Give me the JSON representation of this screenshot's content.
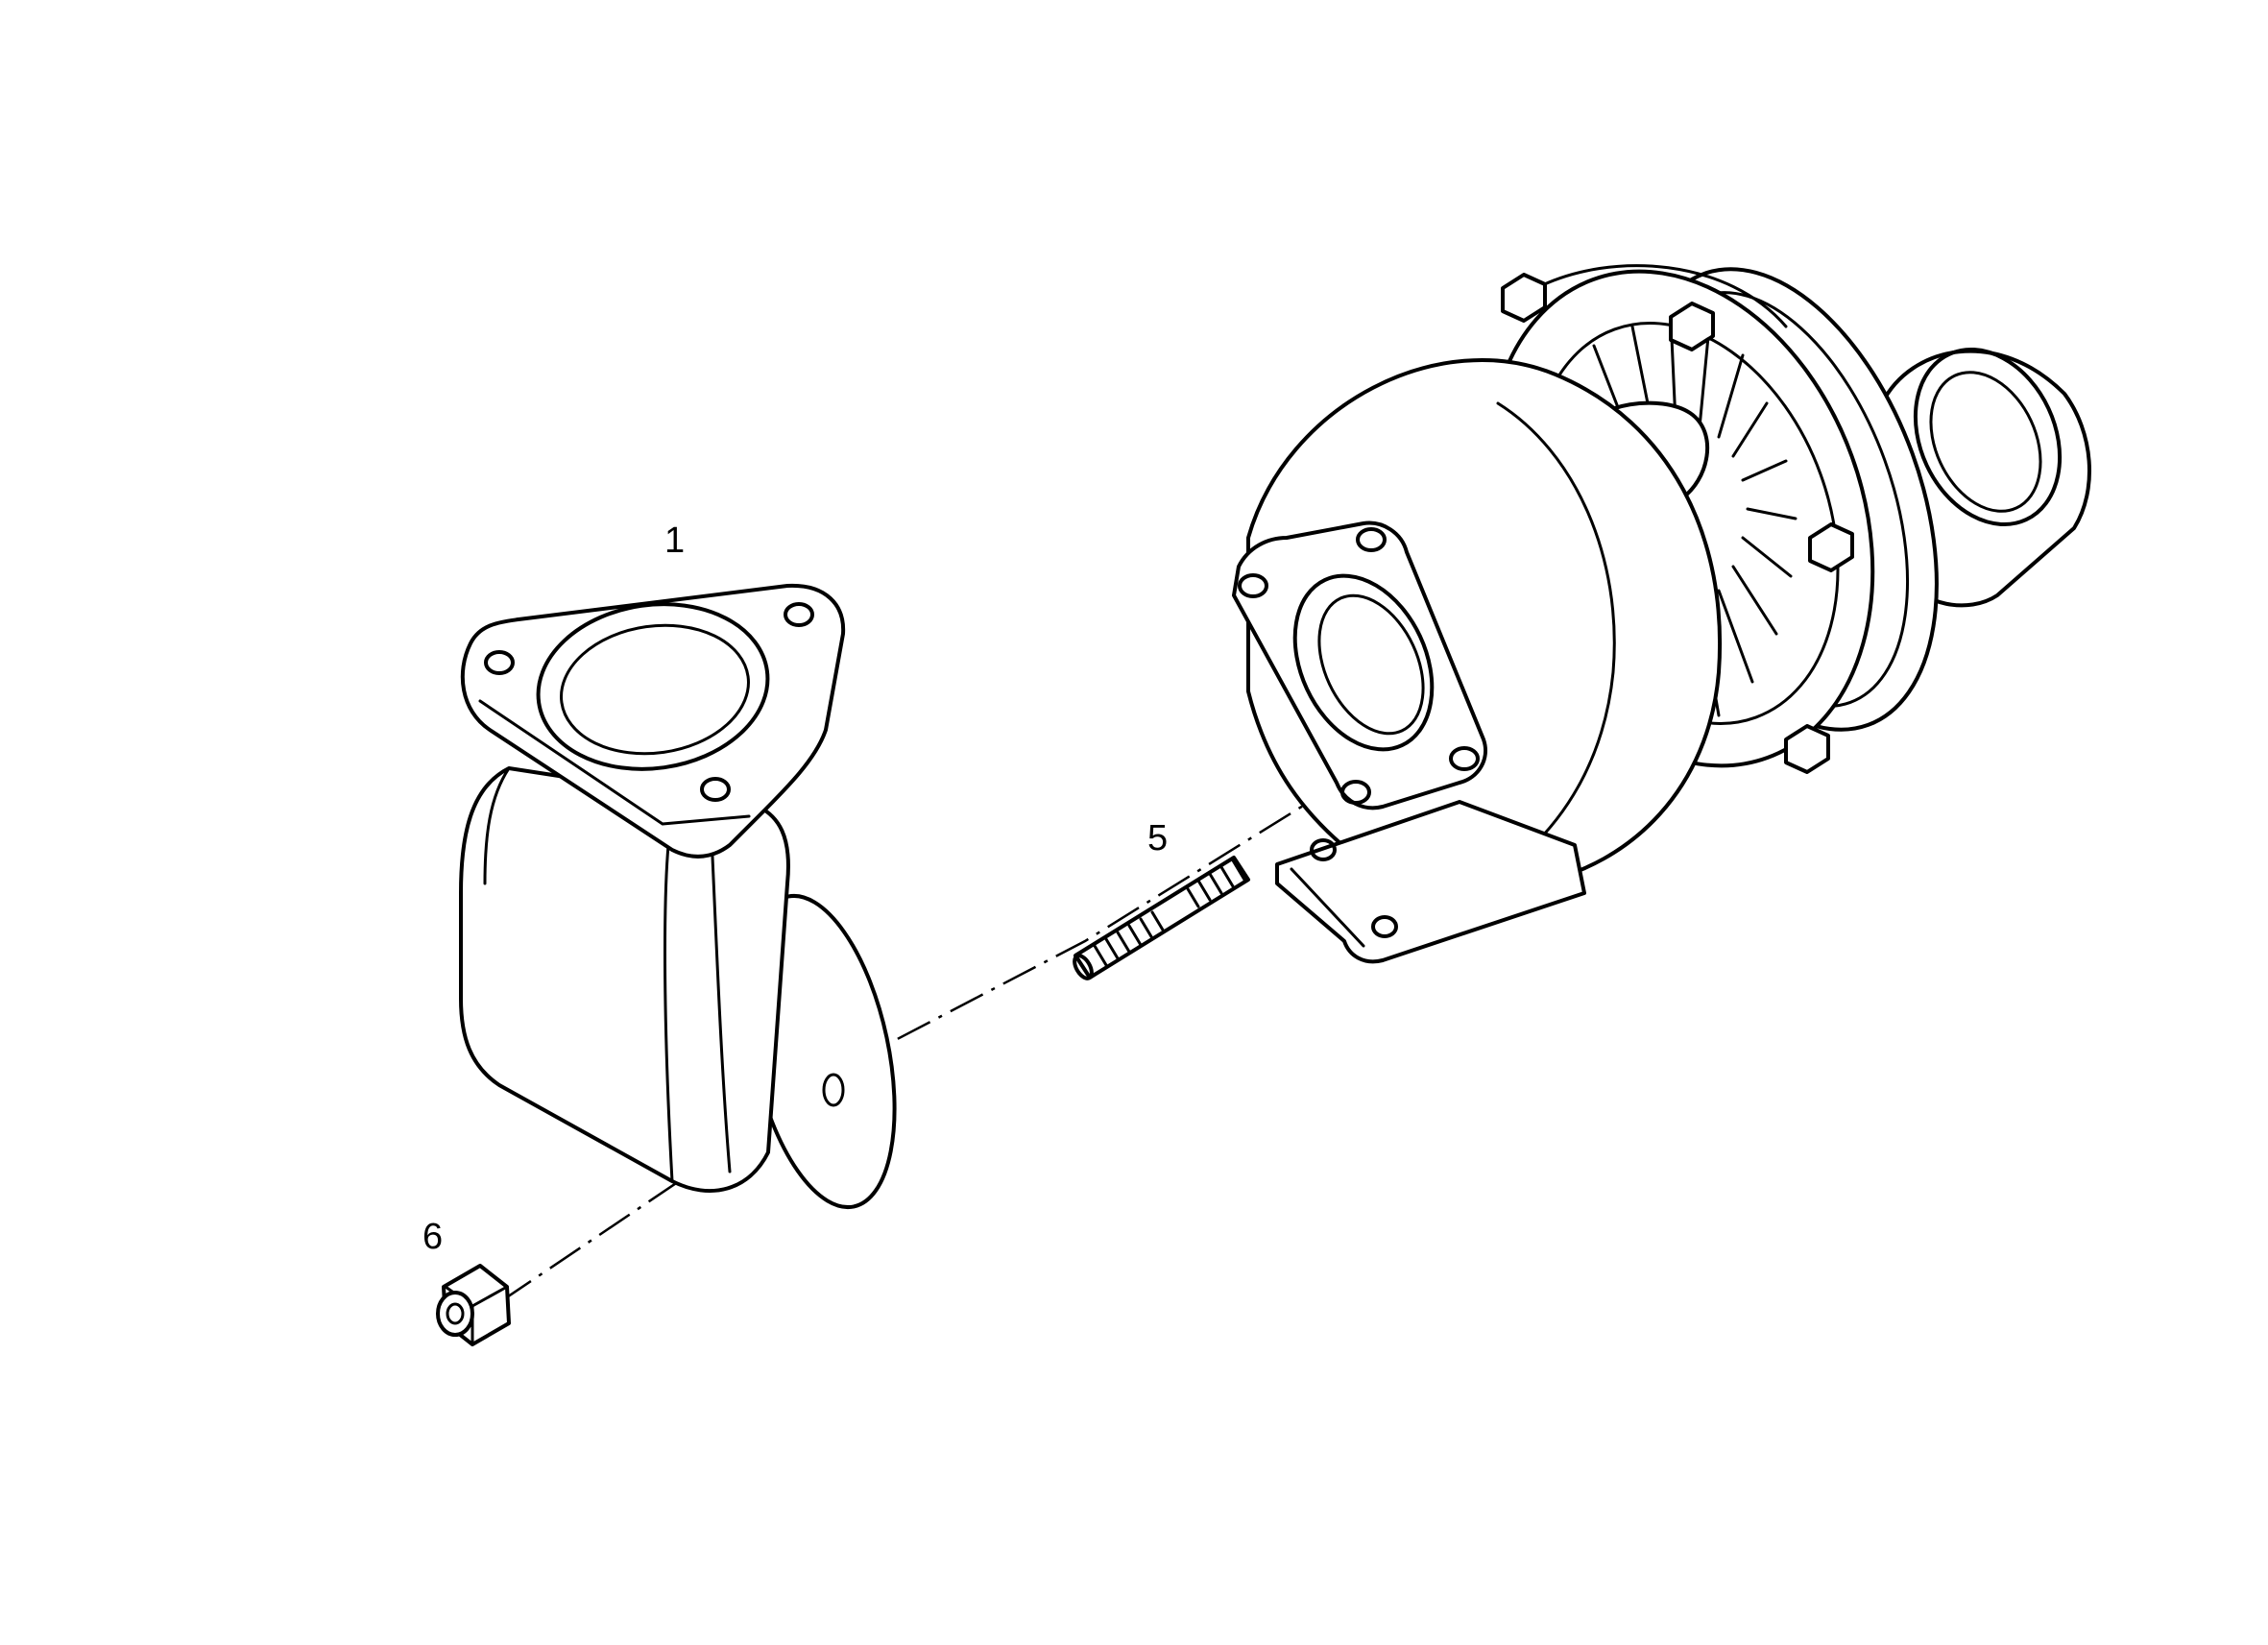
{
  "callouts": {
    "part_1": "1",
    "part_5": "5",
    "part_6": "6"
  },
  "colors": {
    "line": "#000000",
    "background": "#ffffff"
  }
}
